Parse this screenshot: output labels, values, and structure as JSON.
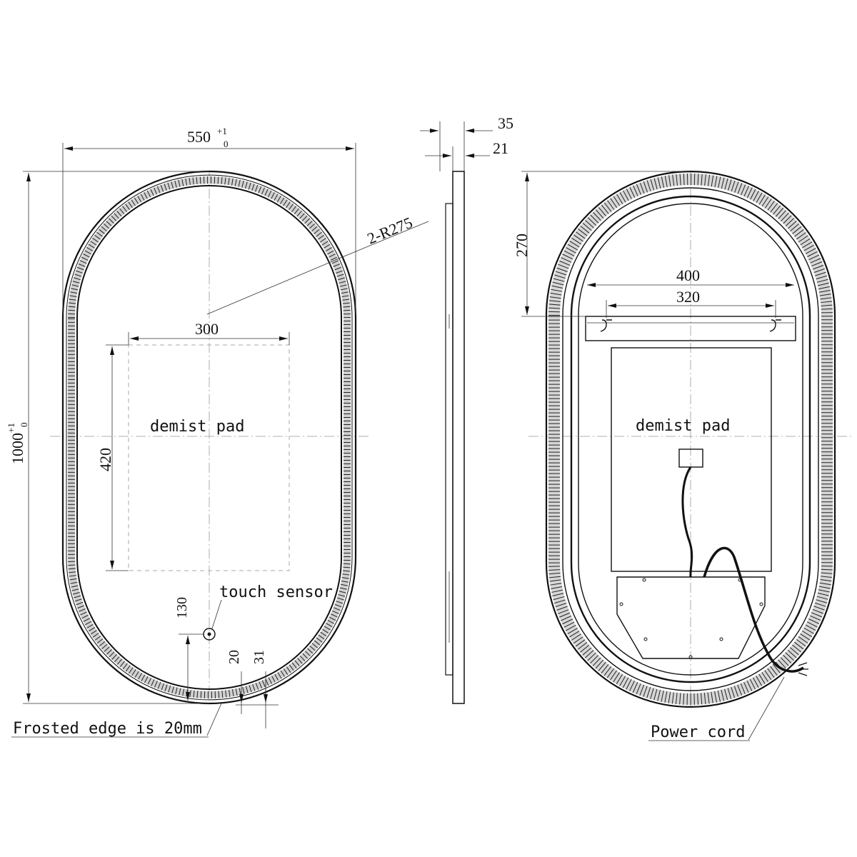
{
  "front_view": {
    "width_dim": "550",
    "width_tol_upper": "+1",
    "width_tol_lower": "0",
    "height_dim": "1000",
    "height_tol_upper": "+1",
    "height_tol_lower": "0",
    "radius_label": "2-R275",
    "pad_width_dim": "300",
    "pad_height_dim": "420",
    "pad_label": "demist pad",
    "sensor_label": "touch sensor",
    "sensor_offset_dim": "130",
    "edge_dim_a": "20",
    "edge_dim_b": "31",
    "frosted_note": "Frosted edge is 20mm"
  },
  "side_view": {
    "depth_dim": "35",
    "glass_dim": "21"
  },
  "rear_view": {
    "top_offset_dim": "270",
    "bracket_outer_dim": "400",
    "bracket_inner_dim": "320",
    "pad_label": "demist pad",
    "cord_label": "Power cord"
  }
}
